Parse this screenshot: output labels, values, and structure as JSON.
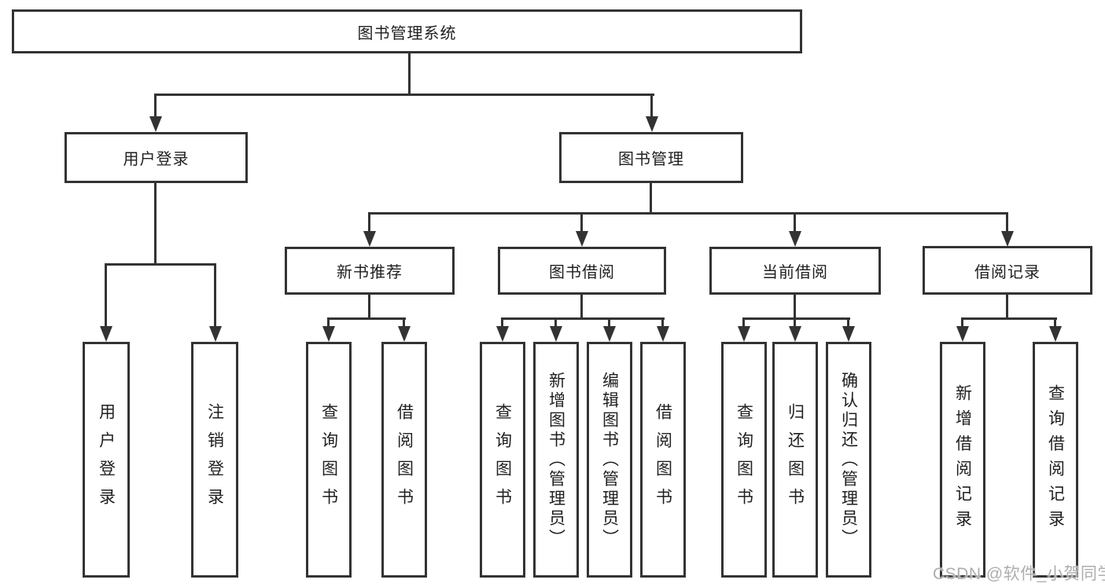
{
  "tree": {
    "label": "图书管理系统",
    "children": [
      {
        "label": "用户登录",
        "children": [
          {
            "label": "用户登录"
          },
          {
            "label": "注销登录"
          }
        ]
      },
      {
        "label": "图书管理",
        "children": [
          {
            "label": "新书推荐",
            "children": [
              {
                "label": "查询图书"
              },
              {
                "label": "借阅图书"
              }
            ]
          },
          {
            "label": "图书借阅",
            "children": [
              {
                "label": "查询图书"
              },
              {
                "label": "新增图书（管理员）"
              },
              {
                "label": "编辑图书（管理员）"
              },
              {
                "label": "借阅图书"
              }
            ]
          },
          {
            "label": "当前借阅",
            "children": [
              {
                "label": "查询图书"
              },
              {
                "label": "归还图书"
              },
              {
                "label": "确认归还（管理员）"
              }
            ]
          },
          {
            "label": "借阅记录",
            "children": [
              {
                "label": "新增借阅记录"
              },
              {
                "label": "查询借阅记录"
              }
            ]
          }
        ]
      }
    ]
  },
  "watermark": {
    "text": "CSDN @软件_小贺同学"
  },
  "colors": {
    "line": "#333333",
    "box_fill": "#ffffff",
    "text": "#1f1f1f",
    "watermark": "#aeaeae"
  }
}
